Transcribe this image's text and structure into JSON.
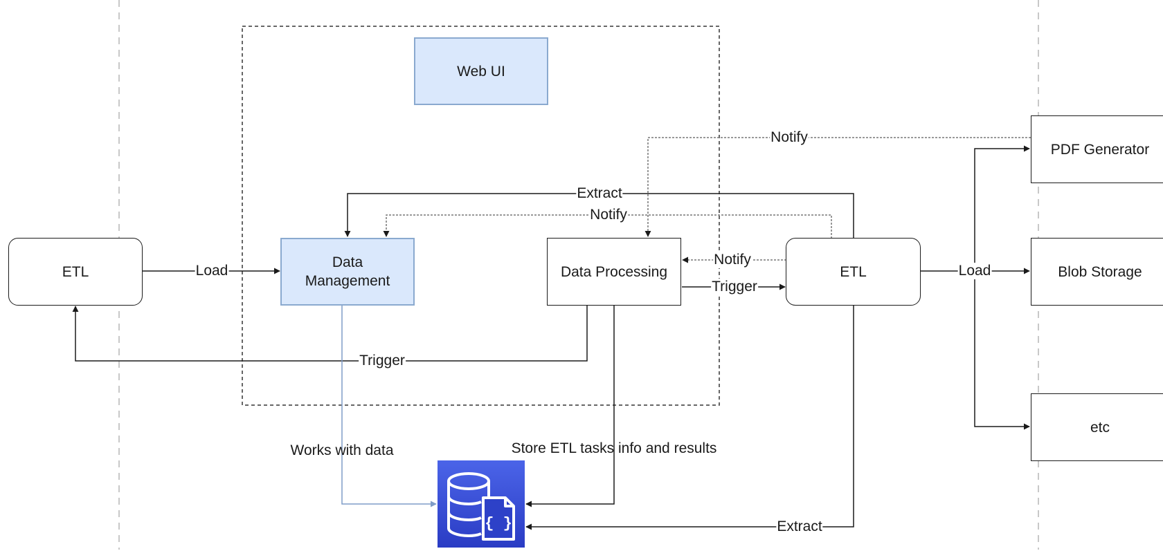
{
  "nodes": {
    "etl_left": "ETL",
    "web_ui": "Web UI",
    "data_management": [
      "Data",
      "Management"
    ],
    "data_processing": "Data Processing",
    "etl_right": "ETL",
    "pdf_generator": "PDF Generator",
    "blob_storage": "Blob Storage",
    "etc": "etc"
  },
  "edges": {
    "load_left": "Load",
    "load_right": "Load",
    "extract_top": "Extract",
    "extract_bottom": "Extract",
    "notify_top": "Notify",
    "notify_mid": "Notify",
    "notify_etl": "Notify",
    "trigger_etl": "Trigger",
    "trigger_bottom": "Trigger",
    "works_with_data": "Works with data",
    "store_etl": "Store ETL tasks info and results"
  },
  "icons": {
    "database": "database-json-icon"
  },
  "colors": {
    "blue_fill": "#dae8fc",
    "blue_border": "#8aa9cf",
    "db_icon": "#3344d4",
    "line": "#1a1a1a",
    "blue_line": "#7f9cc7"
  }
}
